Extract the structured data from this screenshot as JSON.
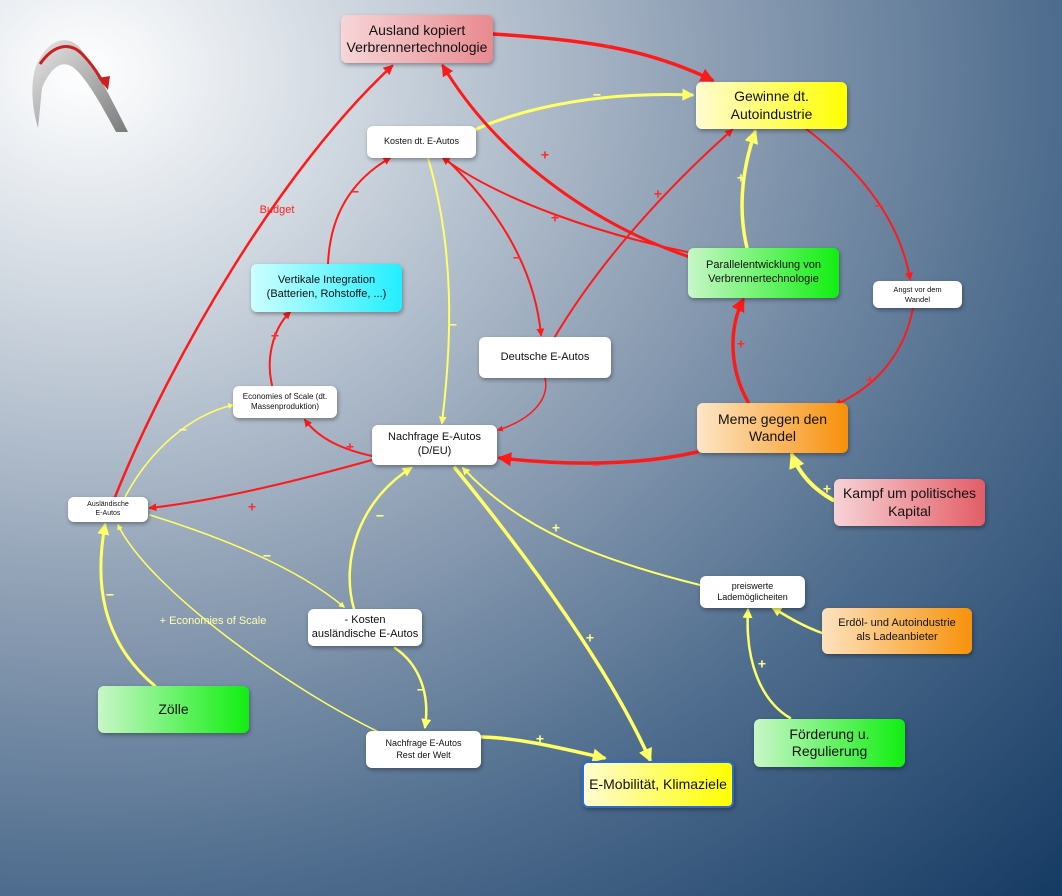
{
  "nodes": {
    "ausland": "Ausland kopiert\nVerbrennertechnologie",
    "gewinne": "Gewinne dt.\nAutoindustrie",
    "kosten_de": "Kosten dt. E-Autos",
    "vertikal": "Vertikale Integration\n(Batterien, Rohstoffe, ...)",
    "parallel": "Parallelentwicklung von\nVerbrennertechnologie",
    "angst": "Angst vor dem\nWandel",
    "deutsche": "Deutsche E-Autos",
    "eos_dt": "Economies of Scale (dt.\nMassenproduktion)",
    "nachfrage_de": "Nachfrage E-Autos\n(D/EU)",
    "meme": "Meme gegen den\nWandel",
    "auslaendische": "Ausländische\nE-Autos",
    "kampf": "Kampf um politisches\nKapital",
    "ladem": "preiswerte\nLademöglicheiten",
    "kosten_ausl": "- Kosten\nausländische E-Autos",
    "erdoel": "Erdöl- und Autoindustrie\nals Ladeanbieter",
    "zoelle": "Zölle",
    "foerderung": "Förderung u.\nRegulierung",
    "nachfrage_rest": "Nachfrage E-Autos\nRest der Welt",
    "emob": "E-Mobilität, Klimaziele"
  },
  "edge_labels": {
    "budget": "Budget",
    "eos_ausl": "+ Economies of Scale"
  },
  "polarity": {
    "minus": "−",
    "plus": "+"
  },
  "colors": {
    "red_link": "#ff1a1a",
    "yellow_link": "#ffff66"
  },
  "icons": {
    "logo": "loop-arrow-logo"
  }
}
